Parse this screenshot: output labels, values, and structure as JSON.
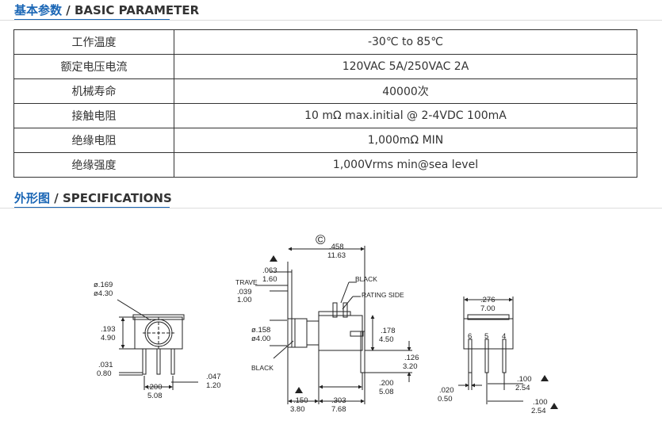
{
  "section1": {
    "title_cn": "基本参数",
    "title_sep": " / ",
    "title_en": "BASIC PARAMETER"
  },
  "params": [
    {
      "label": "工作温度",
      "value": "-30℃ to 85℃"
    },
    {
      "label": "额定电压电流",
      "value": "120VAC 5A/250VAC 2A"
    },
    {
      "label": "机械寿命",
      "value": "40000次"
    },
    {
      "label": "接触电阻",
      "value": "10 mΩ max.initial @ 2-4VDC 100mA"
    },
    {
      "label": "绝缘电阻",
      "value": "1,000mΩ MIN"
    },
    {
      "label": "绝缘强度",
      "value": "1,000Vrms min@sea level"
    }
  ],
  "section2": {
    "title_cn": "外形图",
    "title_sep": " / ",
    "title_en": "SPECIFICATIONS"
  },
  "drawing": {
    "copyright_mark": "©",
    "dims": {
      "d169": "ø.169",
      "d430": "ø4.30",
      "h193": ".193",
      "h490": "4.90",
      "h031": ".031",
      "h080": "0.80",
      "w047": ".047",
      "w120": "1.20",
      "w200a": ".200",
      "w508a": "5.08",
      "trave": "TRAVE",
      "t039": ".039",
      "t100": "1.00",
      "t063": ".063",
      "t160": "1.60",
      "w458": ".458",
      "w1163": "11.63",
      "black1": "BLACK",
      "rating": "RATING SIDE",
      "d158": "ø.158",
      "d400": "ø4.00",
      "black2": "BLACK",
      "h178": ".178",
      "h450": "4.50",
      "h126": ".126",
      "h320": "3.20",
      "w200b": ".200",
      "w508b": "5.08",
      "w150": ".150",
      "w380": "3.80",
      "w303": ".303",
      "w768": "7.68",
      "w276": ".276",
      "w700": "7.00",
      "pin6": "6",
      "pin5": "5",
      "pin4": "4",
      "p020": ".020",
      "p050": "0.50",
      "p100a": ".100",
      "p254a": "2.54",
      "p100b": ".100",
      "p254b": "2.54"
    }
  }
}
